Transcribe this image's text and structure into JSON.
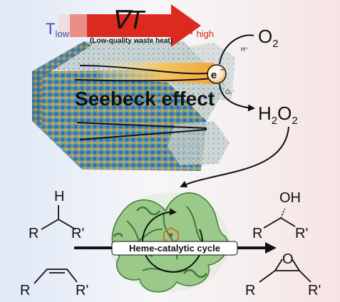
{
  "gradient": {
    "symbol": "∇T",
    "t_low_main": "T",
    "t_low_sub": "low",
    "t_high_main": "T",
    "t_high_sub": "high",
    "caption": "(Low-quality waste heat)",
    "colors": {
      "low": "#3d4fa5",
      "high": "#d8291c",
      "arrow": "#dc2a1f"
    }
  },
  "labels": {
    "seebeck": "Seebeck effect",
    "electron": "e",
    "electron_sup": "−",
    "proton": "H⁺",
    "superoxide": "O₂⁻",
    "o2_main": "O",
    "o2_sub": "2",
    "h2o2_h1": "H",
    "h2o2_s1": "2",
    "h2o2_o": "O",
    "h2o2_s2": "2",
    "cycle": "Heme-catalytic cycle"
  },
  "molecules": {
    "substrate1": {
      "top": "H",
      "left": "R",
      "right": "R'"
    },
    "substrate2": {
      "left": "R",
      "right": "R'"
    },
    "product1": {
      "top": "OH",
      "left": "R",
      "right": "R'"
    },
    "product2": {
      "top": "O",
      "left": "R",
      "right": "R'"
    }
  }
}
